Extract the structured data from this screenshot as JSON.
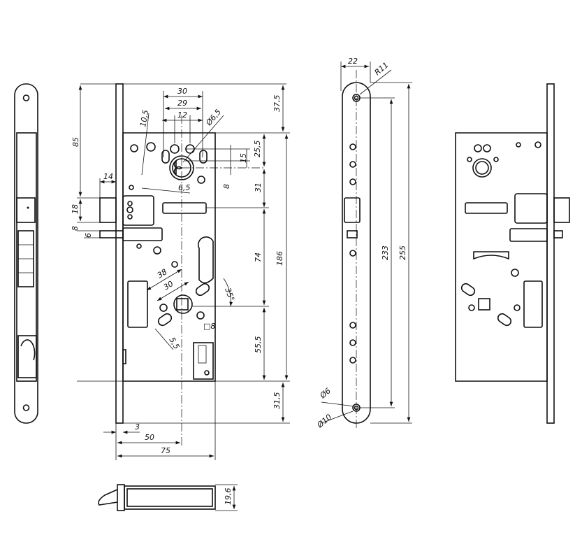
{
  "drawing": {
    "title": "Mortise lock dimensional drawing",
    "front_view": {
      "dims": {
        "d30": "30",
        "d29": "29",
        "d12": "12",
        "d6_5_dia": "Ø6,5",
        "d10_5": "10,5",
        "d6_5": "6,5",
        "d37_5": "37,5",
        "d25_5": "25,5",
        "d15": "15",
        "d8v": "8",
        "d31": "31",
        "d186": "186",
        "d74": "74",
        "d55_5": "55,5",
        "d31_5": "31,5",
        "d85": "85",
        "d14": "14",
        "d18": "18",
        "d8": "8",
        "d6": "6",
        "d38": "38",
        "d30b": "30",
        "d35deg": "35°",
        "d5_5": "5,5",
        "sq8": "□8",
        "d3": "3",
        "d50": "50",
        "d75": "75"
      }
    },
    "faceplate_view": {
      "dims": {
        "d22": "22",
        "r11": "R11",
        "d233": "233",
        "d255": "255",
        "dia6": "Ø6",
        "dia10": "Ø10"
      }
    },
    "bottom_view": {
      "dims": {
        "d19_6": "19,6"
      }
    }
  }
}
